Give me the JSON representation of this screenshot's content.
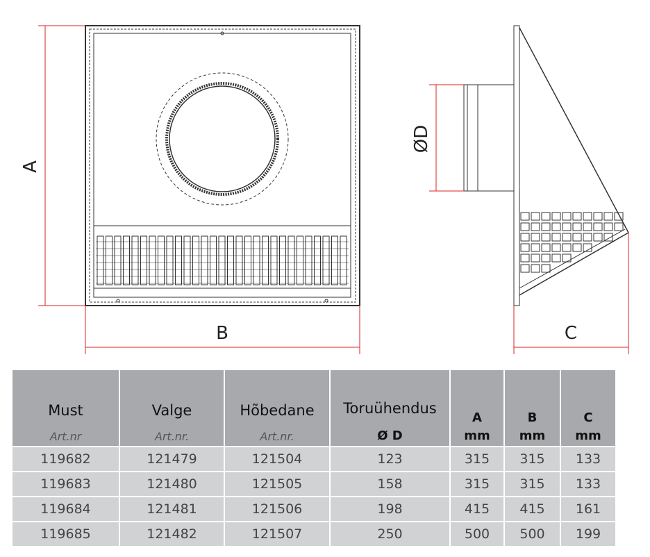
{
  "drawing": {
    "label_a": "A",
    "label_b": "B",
    "label_c": "C",
    "label_d": "ØD"
  },
  "table": {
    "headers": [
      {
        "title": "Must",
        "sub": "Art.nr"
      },
      {
        "title": "Valge",
        "sub": "Art.nr."
      },
      {
        "title": "Hõbedane",
        "sub": "Art.nr."
      },
      {
        "title": "Toruühendus",
        "sub": "Ø D"
      },
      {
        "title": "A",
        "sub": "mm"
      },
      {
        "title": "B",
        "sub": "mm"
      },
      {
        "title": "C",
        "sub": "mm"
      }
    ],
    "rows": [
      [
        "119682",
        "121479",
        "121504",
        "123",
        "315",
        "315",
        "133"
      ],
      [
        "119683",
        "121480",
        "121505",
        "158",
        "315",
        "315",
        "133"
      ],
      [
        "119684",
        "121481",
        "121506",
        "198",
        "415",
        "415",
        "161"
      ],
      [
        "119685",
        "121482",
        "121507",
        "250",
        "500",
        "500",
        "199"
      ]
    ]
  }
}
